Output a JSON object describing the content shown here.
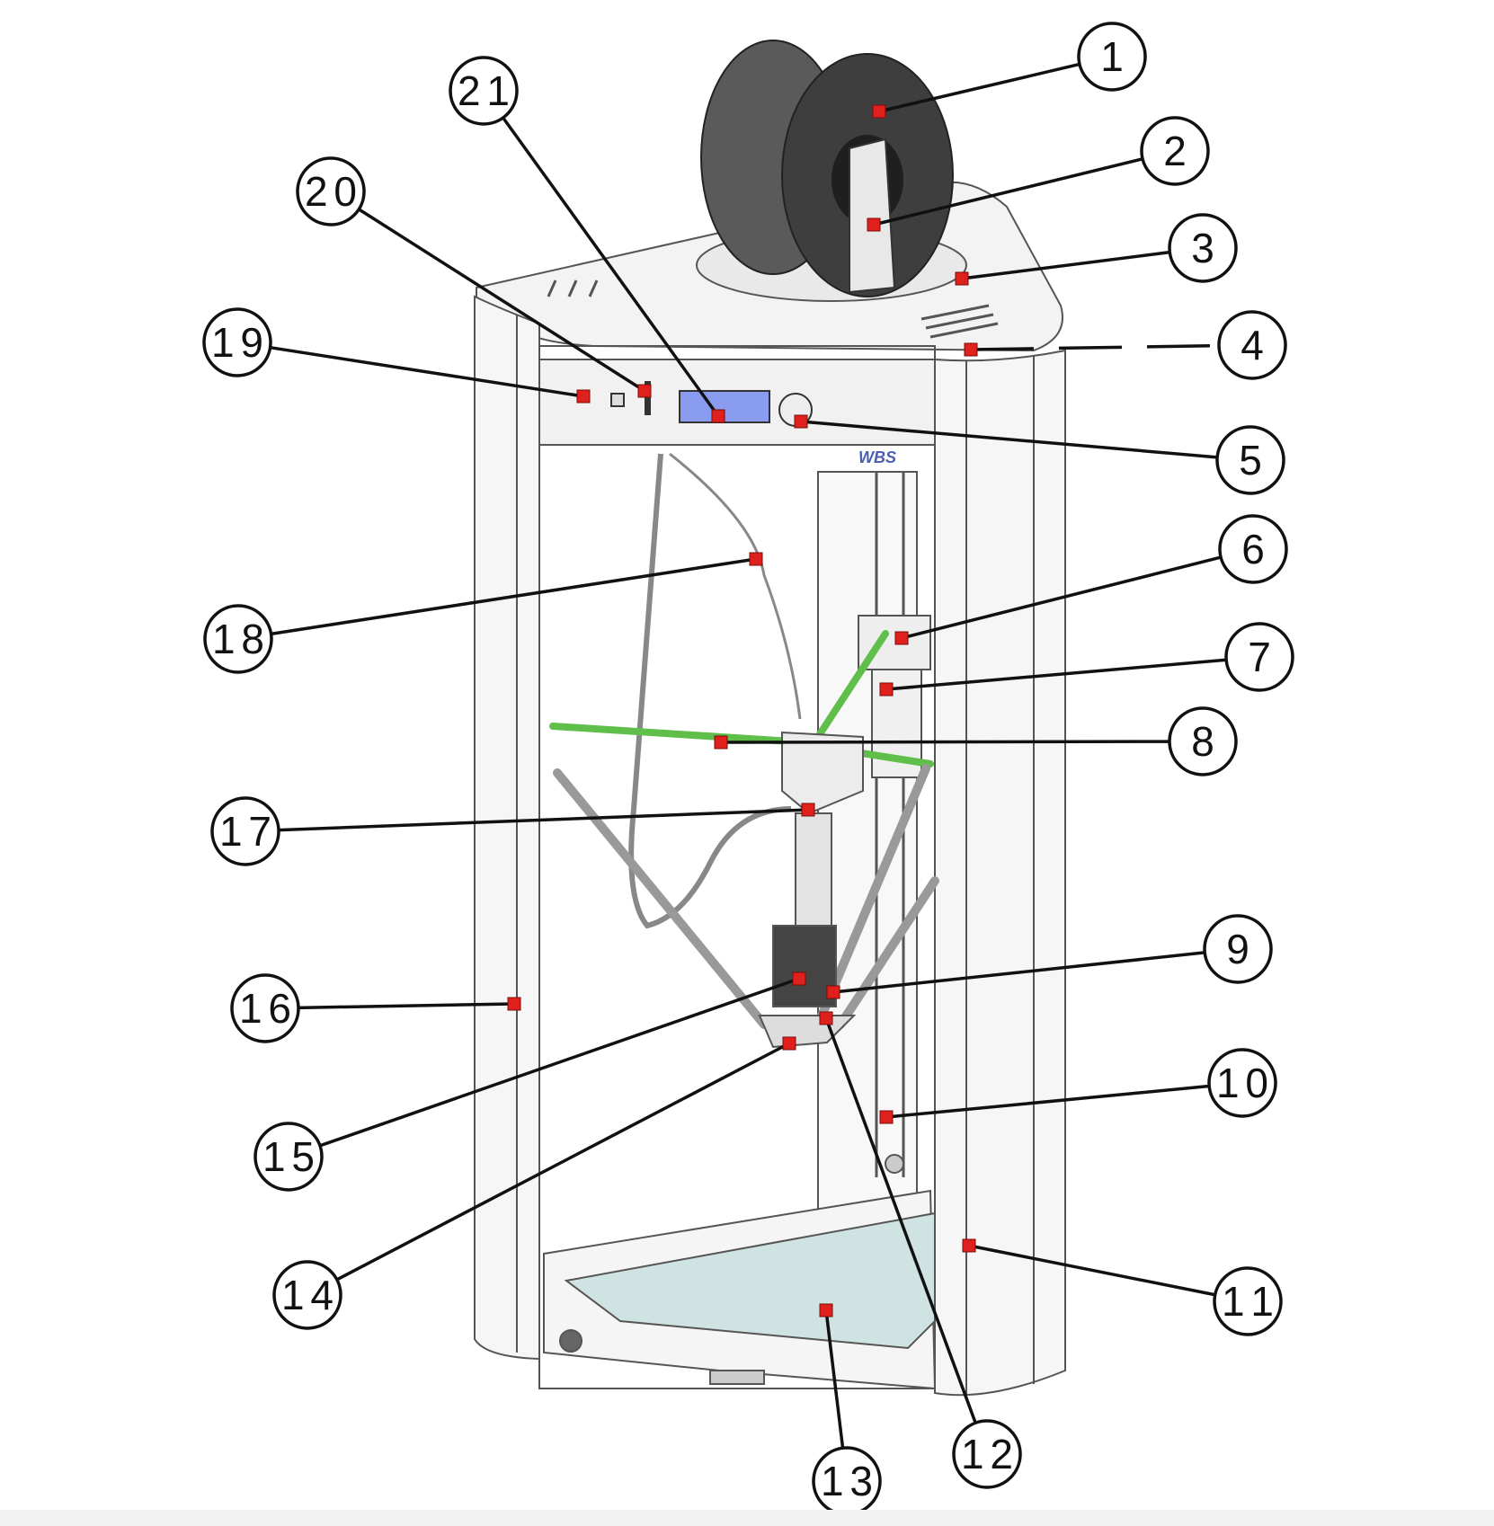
{
  "diagram": {
    "callouts": [
      {
        "label": "1"
      },
      {
        "label": "2"
      },
      {
        "label": "3"
      },
      {
        "label": "4"
      },
      {
        "label": "5"
      },
      {
        "label": "6"
      },
      {
        "label": "7"
      },
      {
        "label": "8"
      },
      {
        "label": "9"
      },
      {
        "label": "10"
      },
      {
        "label": "11"
      },
      {
        "label": "12"
      },
      {
        "label": "13"
      },
      {
        "label": "14"
      },
      {
        "label": "15"
      },
      {
        "label": "16"
      },
      {
        "label": "17"
      },
      {
        "label": "18"
      },
      {
        "label": "19"
      },
      {
        "label": "20"
      },
      {
        "label": "21"
      }
    ],
    "colors": {
      "marker": "#e0201c",
      "arm_green": "#5fbf4a",
      "glass_bed": "#cfe3e3",
      "lcd_blue": "#8a9cf0",
      "frame": "#f4f4f4",
      "line": "#111111"
    },
    "brand_logo": "WBS"
  }
}
